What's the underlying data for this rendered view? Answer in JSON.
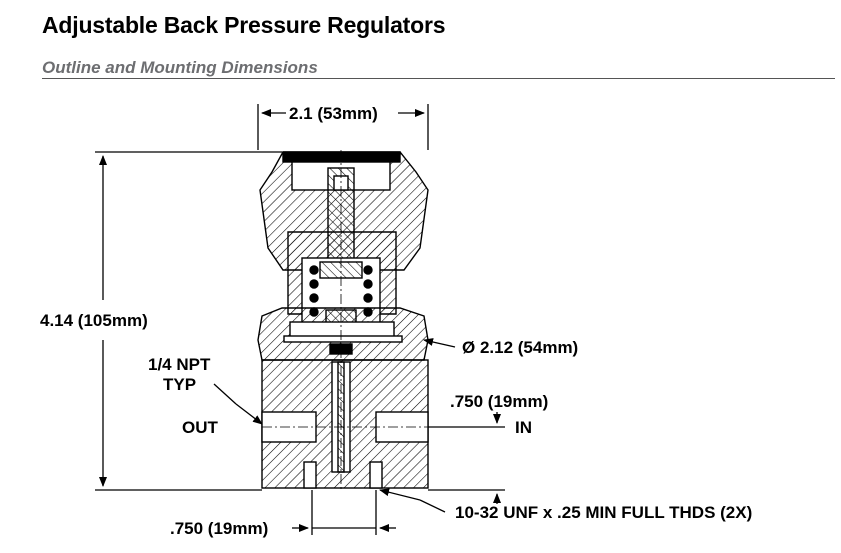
{
  "title": "Adjustable Back Pressure Regulators",
  "subtitle": "Outline and Mounting Dimensions",
  "dimensions": {
    "width_top": "2.1 (53mm)",
    "height": "4.14 (105mm)",
    "diameter": "Ø 2.12 (54mm)",
    "port_offset": ".750 (19mm)",
    "bottom_spacing": ".750 (19mm)"
  },
  "labels": {
    "npt_line1": "1/4 NPT",
    "npt_line2": "TYP",
    "out": "OUT",
    "in": "IN",
    "threads": "10-32 UNF x .25 MIN FULL THDS (2X)"
  },
  "colors": {
    "line": "#000000",
    "hatch": "#000000",
    "rule": "#555555",
    "subtitle": "#6d6e71"
  }
}
